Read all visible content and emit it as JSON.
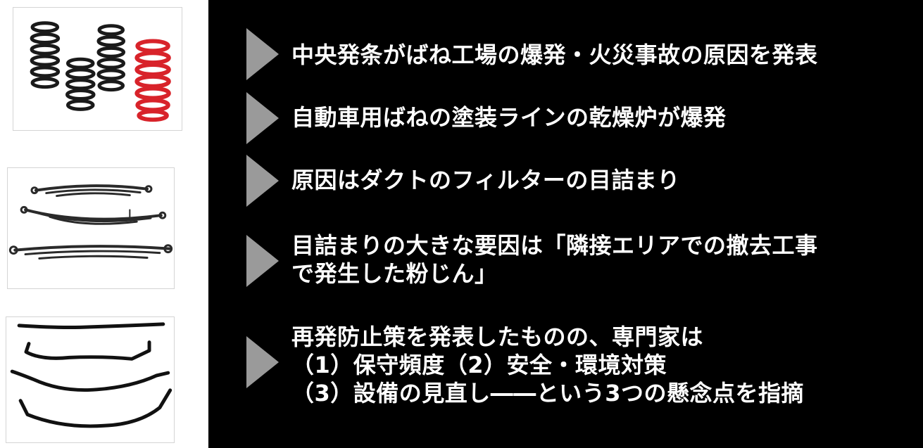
{
  "colors": {
    "panel": "#000000",
    "text": "#ffffff",
    "bullet": "#9a9a9a",
    "spring_red": "#d8232a",
    "spring_black": "#1a1a1a"
  },
  "photos": [
    {
      "subject": "coil-springs"
    },
    {
      "subject": "leaf-springs"
    },
    {
      "subject": "stabilizer-bars"
    }
  ],
  "bullets": [
    {
      "lines": [
        "中央発条がばね工場の爆発・火災事故の原因を発表"
      ]
    },
    {
      "lines": [
        "自動車用ばねの塗装ラインの乾燥炉が爆発"
      ]
    },
    {
      "lines": [
        "原因はダクトのフィルターの目詰まり"
      ]
    },
    {
      "lines": [
        "目詰まりの大きな要因は「隣接エリアでの撤去工事",
        "で発生した粉じん」"
      ]
    },
    {
      "lines": [
        "再発防止策を発表したものの、専門家は",
        "（1）保守頻度（2）安全・環境対策",
        "（3）設備の見直し――という3つの懸念点を指摘"
      ]
    }
  ]
}
